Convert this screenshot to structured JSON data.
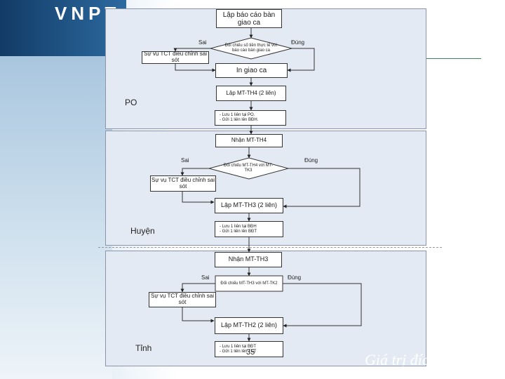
{
  "brand": {
    "logo_text": "VNPT",
    "slogan": "Giá trị đích thực"
  },
  "page_number": "35",
  "sections": {
    "po": "PO",
    "huyen": "Huyện",
    "tinh": "Tỉnh"
  },
  "flow": {
    "po": {
      "start": "Lập báo cáo bàn giao ca",
      "decision": "Đối chiếu số tiền thực tế với báo cáo bàn giao ca",
      "no": "Sai",
      "yes": "Đúng",
      "fix": "Sự vụ TCT điều chỉnh sai sót",
      "print": "In giao ca",
      "make": "Lập MT-TH4 (2 liên)",
      "note1": "- Lưu 1 liên tại PO.",
      "note2": "- Gửi 1 liên lên BĐH."
    },
    "huyen": {
      "receive": "Nhận MT-TH4",
      "decision": "Đối chiếu MT-TH4 với MT-TK3",
      "no": "Sai",
      "yes": "Đúng",
      "fix": "Sự vụ TCT điều chỉnh sai sót",
      "make": "Lập MT-TH3 (2 liên)",
      "note1": "- Lưu 1 liên tại BĐH",
      "note2": "- Gửi 1 liên lên BĐT"
    },
    "tinh": {
      "receive": "Nhận MT-TH3",
      "decision": "Đối chiếu MT-TH3 với MT-TK2",
      "no": "Sai",
      "yes": "Đúng",
      "fix": "Sự vụ TCT điều chỉnh sai sót",
      "make": "Lập MT-TH2 (2 liên)",
      "note1": "- Lưu 1 liên tại BĐT",
      "note2": "- Gửi 1 liên lên TCT"
    }
  }
}
